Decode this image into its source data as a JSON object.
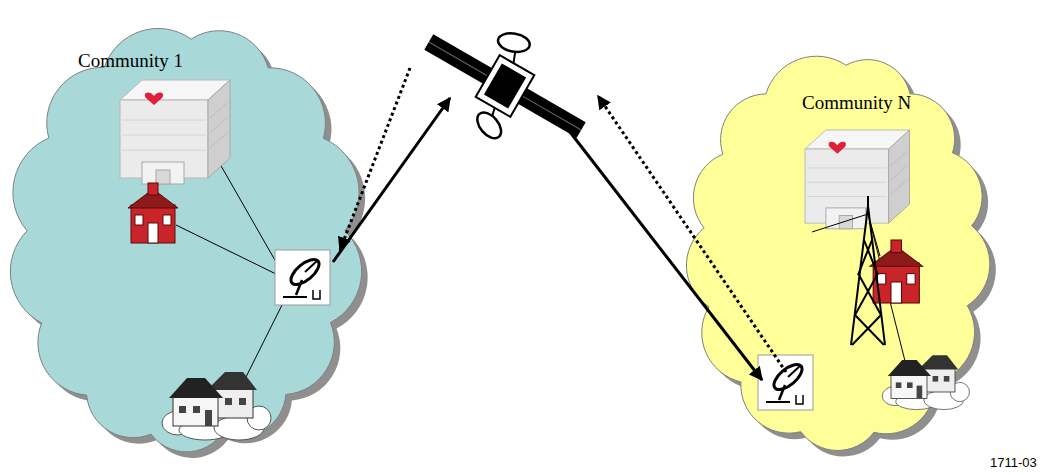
{
  "diagram": {
    "nodes": [
      {
        "text": [
          "Community 1"
        ]
      },
      {
        "text": [
          "Community N"
        ]
      }
    ],
    "labels": [
      "1711-03"
    ]
  }
}
